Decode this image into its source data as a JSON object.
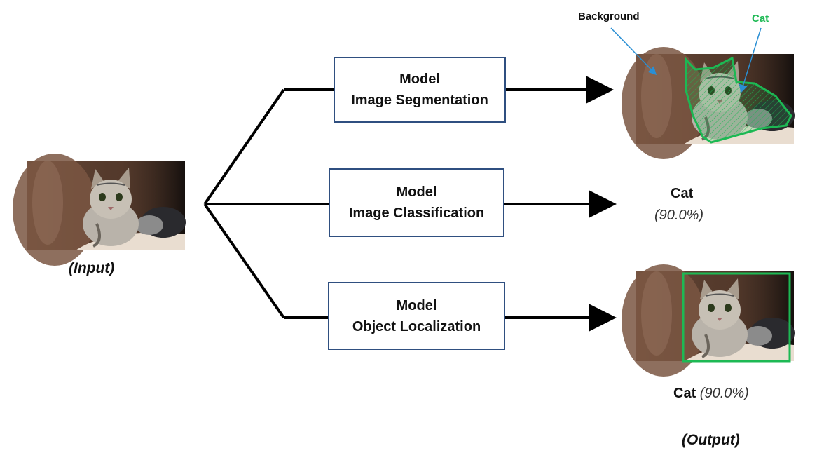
{
  "input": {
    "caption": "(Input)"
  },
  "models": [
    {
      "title": "Model",
      "subtitle": "Image Segmentation"
    },
    {
      "title": "Model",
      "subtitle": "Image Classification"
    },
    {
      "title": "Model",
      "subtitle": "Object Localization"
    }
  ],
  "outputs": {
    "segmentation": {
      "background_label": "Background",
      "cat_label": "Cat"
    },
    "classification": {
      "label": "Cat",
      "score": "(90.0%)"
    },
    "localization": {
      "label": "Cat",
      "score": "(90.0%)"
    },
    "caption": "(Output)"
  },
  "colors": {
    "box_border": "#2f4f80",
    "cat_highlight": "#1db954",
    "pointer_line": "#2a8fd4"
  }
}
